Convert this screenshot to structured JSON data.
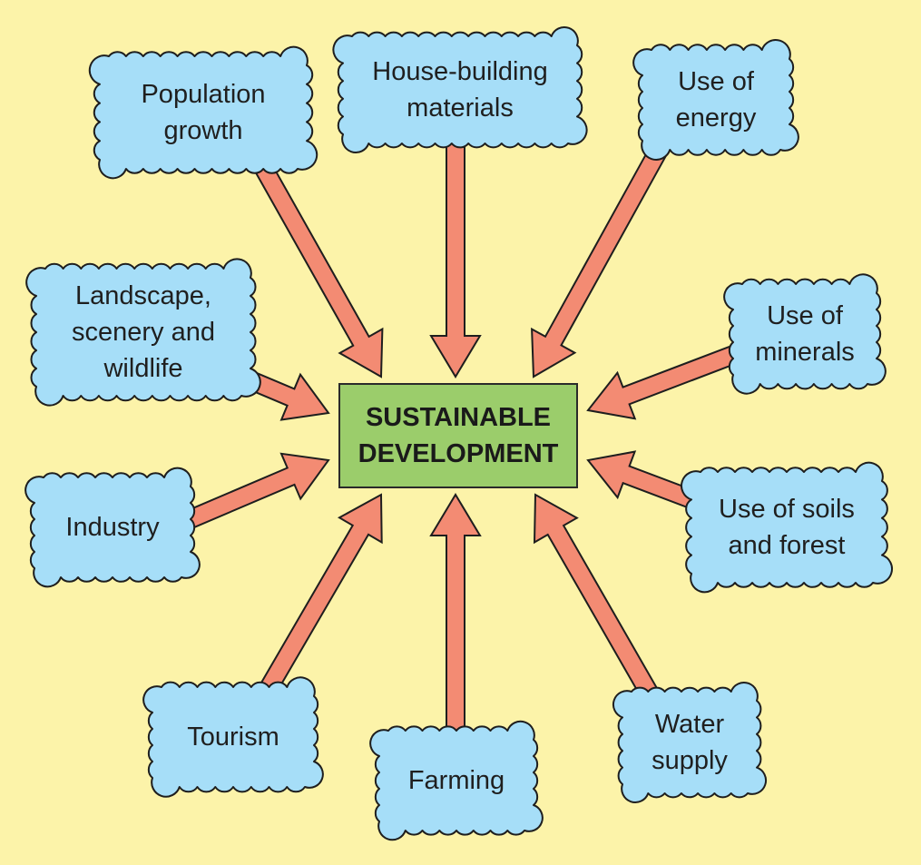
{
  "center": {
    "label": "SUSTAINABLE\nDEVELOPMENT"
  },
  "nodes": [
    {
      "id": "population-growth",
      "label": "Population\ngrowth"
    },
    {
      "id": "house-building-materials",
      "label": "House-building\nmaterials"
    },
    {
      "id": "use-of-energy",
      "label": "Use of\nenergy"
    },
    {
      "id": "landscape-scenery-wildlife",
      "label": "Landscape,\nscenery and\nwildlife"
    },
    {
      "id": "use-of-minerals",
      "label": "Use of\nminerals"
    },
    {
      "id": "industry",
      "label": "Industry"
    },
    {
      "id": "use-of-soils-and-forest",
      "label": "Use of soils\nand forest"
    },
    {
      "id": "tourism",
      "label": "Tourism"
    },
    {
      "id": "farming",
      "label": "Farming"
    },
    {
      "id": "water-supply",
      "label": "Water\nsupply"
    }
  ],
  "colors": {
    "background": "#fcf3a9",
    "cloud_fill": "#a6def8",
    "cloud_stroke": "#1e1e1e",
    "arrow_fill": "#f38b73",
    "arrow_stroke": "#1e1e1e",
    "center_fill": "#9bcd6b",
    "center_stroke": "#2a2a2a"
  }
}
